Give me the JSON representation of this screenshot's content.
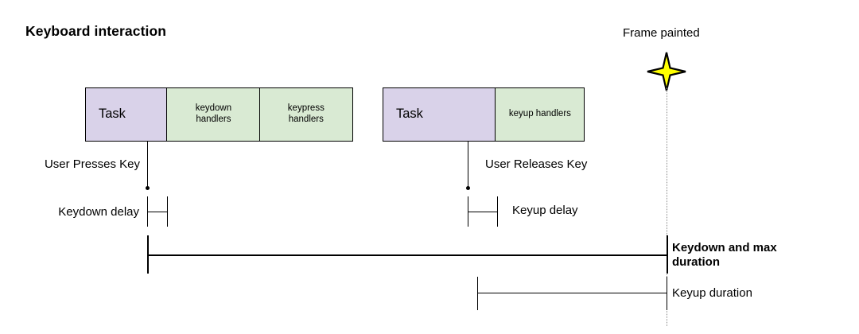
{
  "title": "Keyboard interaction",
  "colors": {
    "task_fill": "#d9d2e9",
    "handler_fill": "#d9ead3",
    "stroke": "#000000",
    "star_fill": "#ffff00",
    "dotted_guide": "#8c8c8c",
    "background": "#ffffff"
  },
  "frame_marker": {
    "label": "Frame painted",
    "icon": "four-point-star"
  },
  "task_groups": [
    {
      "name": "keydown-task-group",
      "blocks": [
        {
          "label": "Task",
          "kind": "task"
        },
        {
          "label": "keydown\nhandlers",
          "line1": "keydown",
          "line2": "handlers",
          "kind": "handler"
        },
        {
          "label": "keypress\nhandlers",
          "line1": "keypress",
          "line2": "handlers",
          "kind": "handler"
        }
      ]
    },
    {
      "name": "keyup-task-group",
      "blocks": [
        {
          "label": "Task",
          "kind": "task"
        },
        {
          "label": "keyup handlers",
          "line1": "keyup handlers",
          "line2": "",
          "kind": "handler"
        }
      ]
    }
  ],
  "events": [
    {
      "name": "user-presses-key",
      "label": "User Presses Key"
    },
    {
      "name": "user-releases-key",
      "label": "User Releases Key"
    }
  ],
  "measures": [
    {
      "name": "keydown-delay",
      "label": "Keydown delay",
      "bold": false
    },
    {
      "name": "keyup-delay",
      "label": "Keyup delay",
      "bold": false
    },
    {
      "name": "keydown-and-max-duration",
      "label": "Keydown and max duration",
      "line1": "Keydown and max",
      "line2": "duration",
      "bold": true
    },
    {
      "name": "keyup-duration",
      "label": "Keyup duration",
      "bold": false
    }
  ]
}
